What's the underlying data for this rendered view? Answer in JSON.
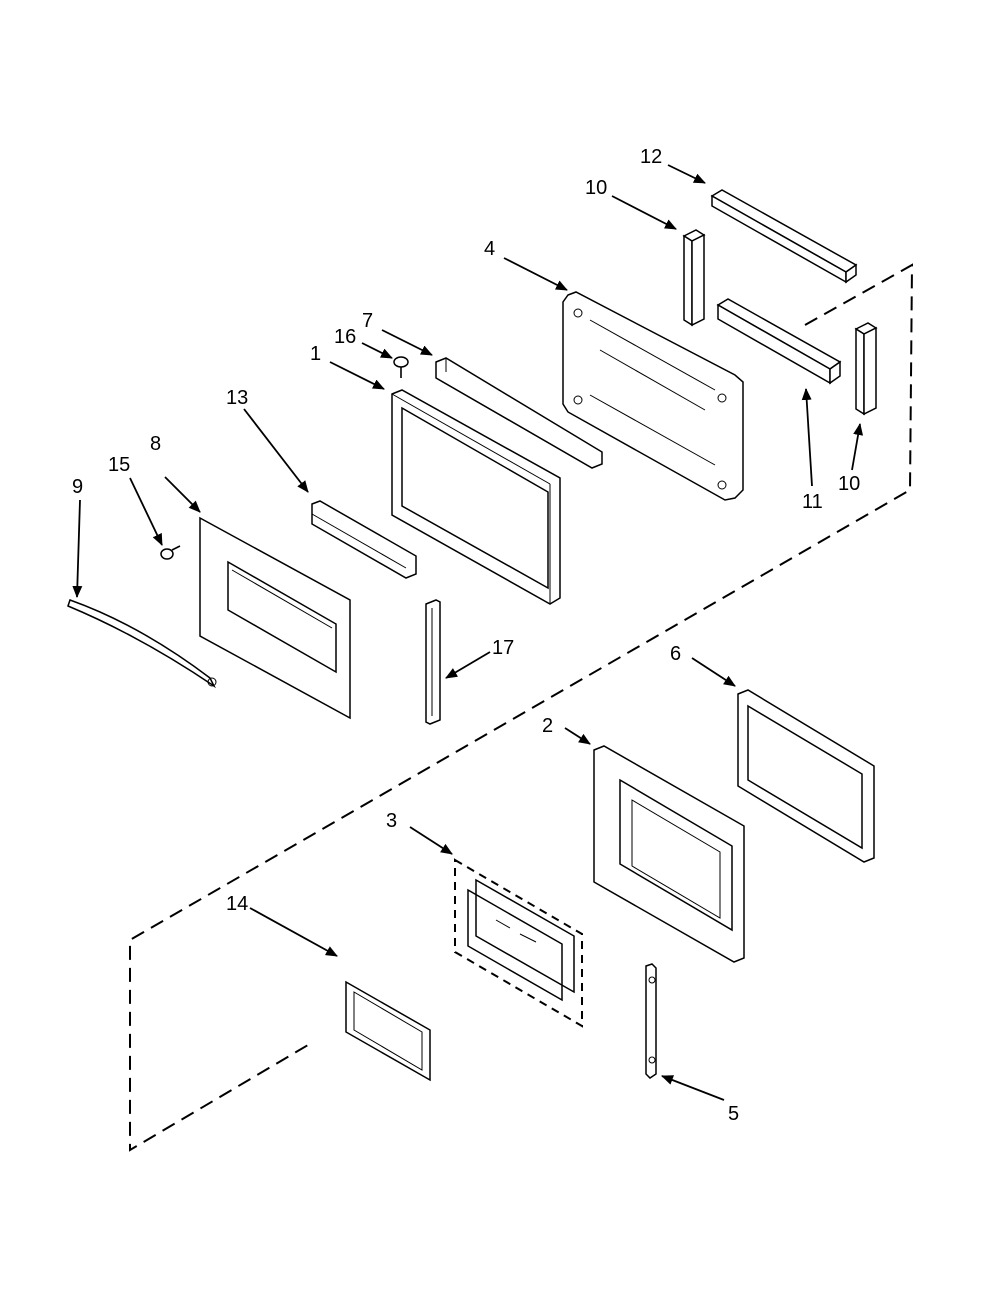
{
  "diagram": {
    "callouts": [
      "1",
      "2",
      "3",
      "4",
      "5",
      "6",
      "7",
      "8",
      "9",
      "10",
      "10",
      "11",
      "12",
      "13",
      "14",
      "15",
      "16",
      "17"
    ]
  }
}
